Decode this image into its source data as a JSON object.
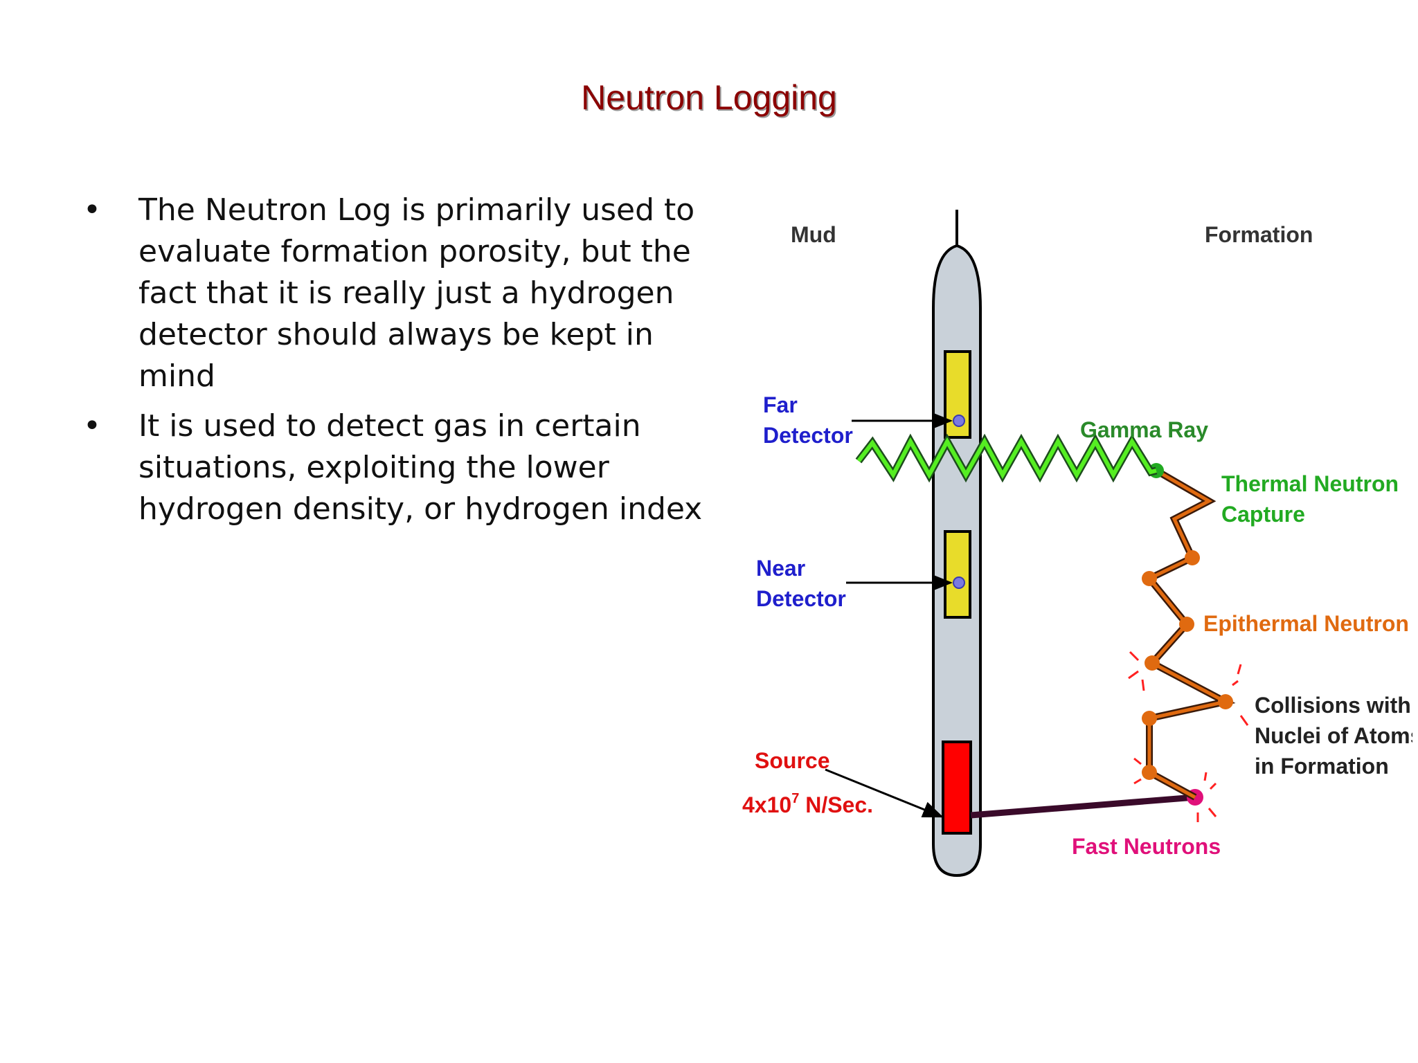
{
  "title": "Neutron Logging",
  "bullets": [
    "The Neutron Log is primarily used to evaluate formation porosity, but the fact that it is really just a hydrogen detector should always be kept in mind",
    "It is used to detect gas in certain situations, exploiting the lower hydrogen density, or hydrogen index"
  ],
  "bullet_glyph": "•",
  "diagram": {
    "mud_label": "Mud",
    "formation_label": "Formation",
    "far_detector": [
      "Far",
      "Detector"
    ],
    "near_detector": [
      "Near",
      "Detector"
    ],
    "source_label": "Source",
    "source_rate_prefix": "4x10",
    "source_rate_exponent": "7",
    "source_rate_suffix": " N/Sec.",
    "gamma_ray": "Gamma Ray",
    "thermal_capture": [
      "Thermal Neutron",
      "Capture"
    ],
    "epithermal": "Epithermal Neutron",
    "collisions": [
      "Collisions with",
      "Nuclei of Atoms",
      "in Formation"
    ],
    "fast_neutrons": "Fast Neutrons",
    "colors": {
      "title": "#8b0000",
      "detector_label": "#1f1fcc",
      "source_label": "#e01010",
      "gamma": "#2a8a2a",
      "thermal": "#22aa22",
      "epithermal": "#e06a10",
      "fast": "#e0107a",
      "collisions": "#222222",
      "tool": "#c9d1d9",
      "detector_box": "#e8dc2a",
      "source_box": "#ff0000"
    }
  }
}
